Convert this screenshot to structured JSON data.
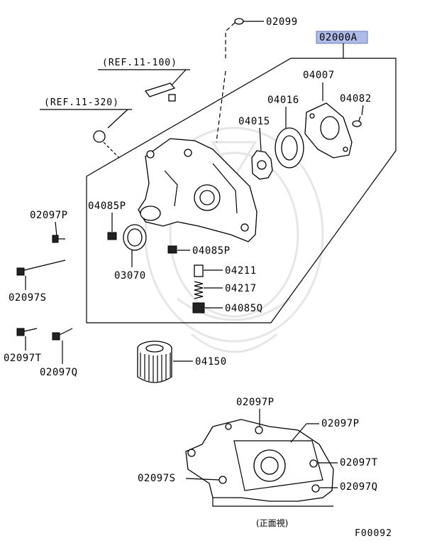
{
  "header_callout": "02000A",
  "refs": [
    "(REF.11-100)",
    "(REF.11-320)"
  ],
  "parts": {
    "p02099": "02099",
    "p04007": "04007",
    "p04016": "04016",
    "p04082": "04082",
    "p04015": "04015",
    "p04085P_left": "04085P",
    "p02097P": "02097P",
    "p04085P_right": "04085P",
    "p03070": "03070",
    "p04211": "04211",
    "p04217": "04217",
    "p04085Q": "04085Q",
    "p02097S": "02097S",
    "p02097T": "02097T",
    "p02097Q": "02097Q",
    "p04150": "04150"
  },
  "front_view": {
    "p02097P_top": "02097P",
    "p02097P_right": "02097P",
    "p02097T": "02097T",
    "p02097S": "02097S",
    "p02097Q": "02097Q",
    "caption": "(正面視)"
  },
  "figure_code": "F00092"
}
